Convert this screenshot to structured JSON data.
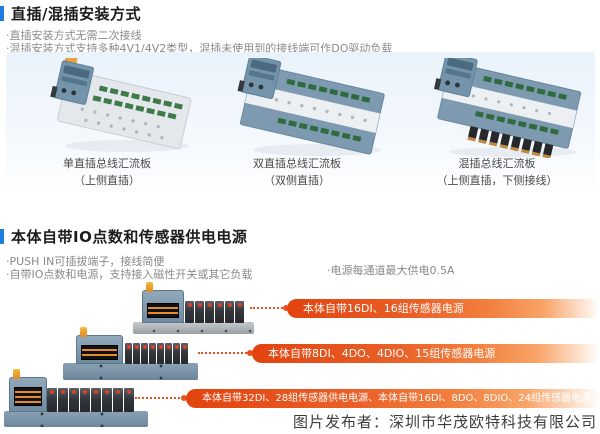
{
  "colors": {
    "accent_blue": "#1e7be0",
    "accent_orange": "#e8501e",
    "panel_bg_top": "#eaf2fb",
    "pill_text": "#ffffff"
  },
  "section1": {
    "title": "直插/混插安装方式",
    "bullets": [
      "·直插安装方式无需二次接线",
      "·混插安装方式支持多种4V1/4V2类型，混插未使用到的接线端可作DO驱动负载"
    ],
    "products": [
      {
        "name": "单直插总线汇流板",
        "sub": "（上侧直插）"
      },
      {
        "name": "双直插总线汇流板",
        "sub": "（双侧直插）"
      },
      {
        "name": "混插总线汇流板",
        "sub": "（上侧直插，下侧接线）"
      }
    ]
  },
  "section2": {
    "title": "本体自带IO点数和传感器供电电源",
    "bullets": [
      "·PUSH IN可插拔端子，接线简便",
      "·自带IO点数和电源，支持接入磁性开关或其它负载"
    ],
    "side_note": "·电源每通道最大供电0.5A",
    "callouts": [
      "本体自带16DI、16组传感器电源",
      "本体自带8DI、4DO、4DIO、15组传感器电源",
      "本体自带32DI、28组传感器供电电源、本体自带16DI、8DO、8DIO、24组传感器电源"
    ]
  },
  "footer": {
    "publisher": "图片发布者：深圳市华茂欧特科技有限公司"
  }
}
